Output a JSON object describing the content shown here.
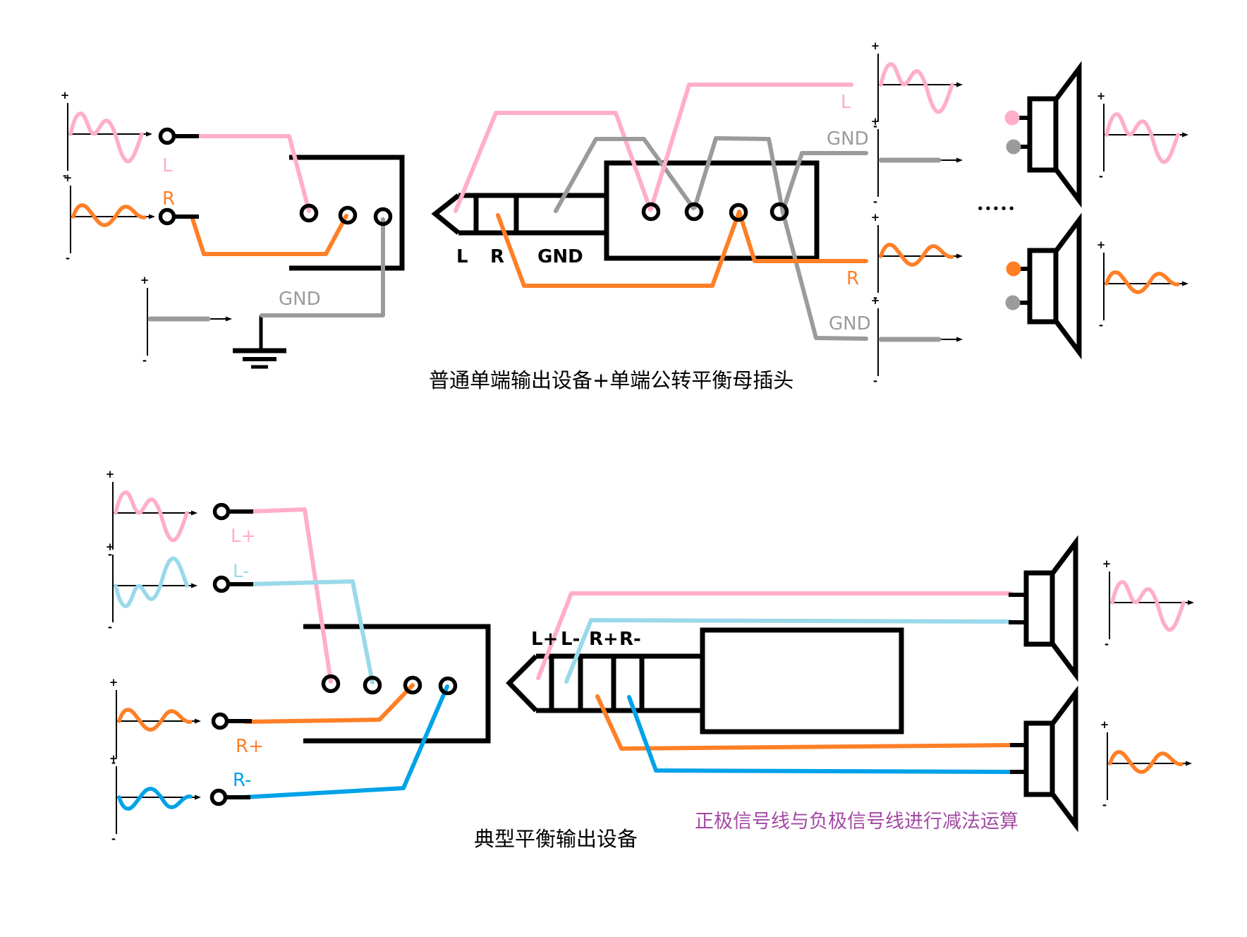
{
  "colors": {
    "pink": "#FFAEC9",
    "orange": "#FF7F27",
    "gray": "#9B9B9B",
    "light_blue": "#99D9EA",
    "blue": "#00A2E8",
    "purple": "#A349A4",
    "black": "#000000"
  },
  "axis": {
    "plus": "+",
    "minus": "-"
  },
  "top": {
    "title": "普通单端输出设备+单端公转平衡母插头",
    "source_l": "L",
    "source_r": "R",
    "source_gnd": "GND",
    "plug_l": "L",
    "plug_r": "R",
    "plug_gnd": "GND",
    "out_l": "L",
    "out_gnd_top": "GND",
    "out_r": "R",
    "out_gnd_bottom": "GND",
    "dots": "•••••"
  },
  "bottom": {
    "title": "典型平衡输出设备",
    "annotation": "正极信号线与负极信号线进行减法运算",
    "lp": "L+",
    "lm": "L-",
    "rp": "R+",
    "rm": "R-",
    "plug_lp": "L+",
    "plug_lm": "L-",
    "plug_rp": "R+",
    "plug_rm": "R-"
  }
}
